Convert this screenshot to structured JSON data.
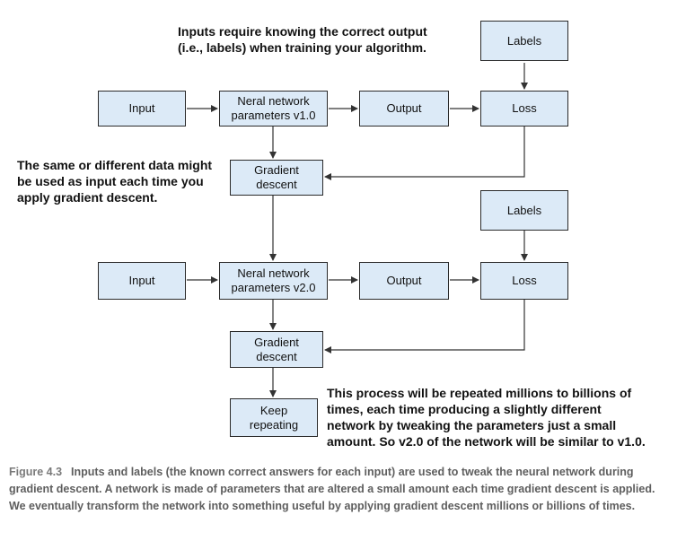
{
  "annotations": {
    "top": [
      "Inputs require knowing the correct output",
      "(i.e., labels) when training your algorithm."
    ],
    "left": [
      "The same or different data might",
      "be used as input each time you",
      "apply gradient descent."
    ],
    "bottom": [
      "This process will be repeated millions to billions of",
      "times, each time producing a slightly different",
      "network by tweaking the parameters just a small",
      "amount. So v2.0 of the network will be similar to v1.0."
    ]
  },
  "boxes": {
    "labels1": [
      "Labels"
    ],
    "input1": [
      "Input"
    ],
    "network1": [
      "Neral network",
      "parameters v1.0"
    ],
    "output1": [
      "Output"
    ],
    "loss1": [
      "Loss"
    ],
    "gradient1": [
      "Gradient",
      "descent"
    ],
    "labels2": [
      "Labels"
    ],
    "input2": [
      "Input"
    ],
    "network2": [
      "Neral network",
      "parameters v2.0"
    ],
    "output2": [
      "Output"
    ],
    "loss2": [
      "Loss"
    ],
    "gradient2": [
      "Gradient",
      "descent"
    ],
    "repeat": [
      "Keep",
      "repeating"
    ]
  },
  "caption": {
    "figure": "Figure 4.3",
    "text": "Inputs and labels (the known correct answers for each input) are used to tweak the neural network during gradient descent. A network is made of parameters that are altered a small amount each time gradient descent is applied. We eventually transform the network into something useful by applying gradient descent millions or billions of times."
  },
  "colors": {
    "box_fill": "#dceaf7",
    "box_border": "#2a2a2a",
    "arrow": "#333333",
    "caption": "#5e5e5e"
  }
}
